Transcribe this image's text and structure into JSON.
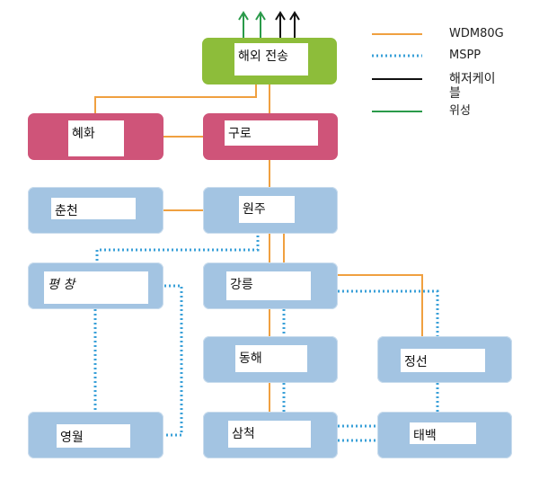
{
  "nodes": {
    "overseas": "해외 전송",
    "hyehwa": "혜화",
    "guro": "구로",
    "chuncheon": "춘천",
    "wonju": "원주",
    "pyeongchang": "평 창",
    "gangneung": "강릉",
    "donghae": "동해",
    "jeongseon": "정선",
    "yeongwol": "영월",
    "samcheok": "삼척",
    "taebaek": "태백"
  },
  "legend": {
    "wdm": "WDM80G",
    "mspp": "MSPP",
    "cable": "해저케이블",
    "satellite": "위성"
  },
  "colors": {
    "wdm": "#f0a040",
    "mspp": "#3aa0d8",
    "cable": "#111111",
    "satellite": "#2a9a4a",
    "node_blue": "#a3c4e2",
    "node_red": "#cf5479",
    "node_green": "#8dbd3a"
  }
}
